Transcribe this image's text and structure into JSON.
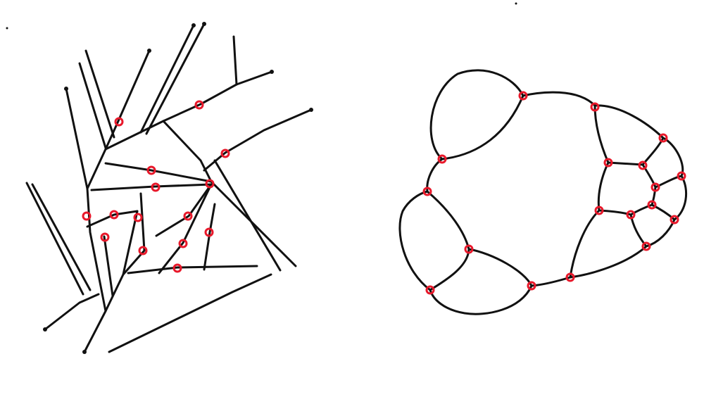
{
  "colors": {
    "ink": "#111111",
    "junction": "#e8182a",
    "paper": "#ffffff"
  },
  "figures": [
    {
      "id": "fracture-network",
      "kind": "open branching line network with red junction markers"
    },
    {
      "id": "cell-network",
      "kind": "closed polygonal cell network with red junction markers"
    }
  ]
}
